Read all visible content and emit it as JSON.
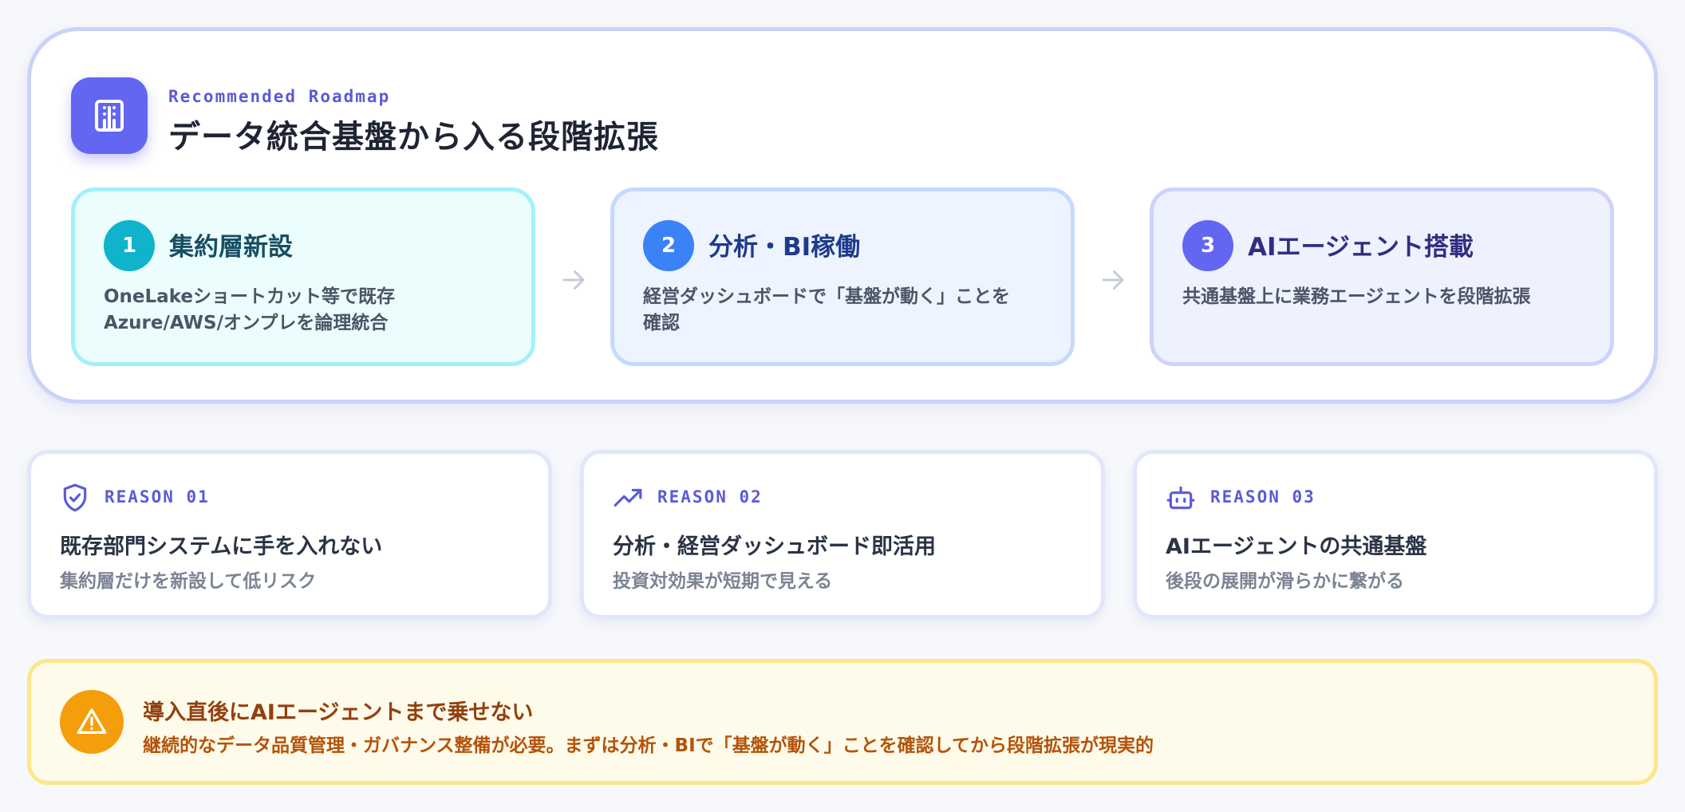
{
  "roadmap": {
    "eyebrow": "Recommended Roadmap",
    "title": "データ統合基盤から入る段階拡張",
    "icon": "building-icon",
    "steps": [
      {
        "num": "1",
        "title": "集約層新設",
        "desc_lines": [
          "OneLakeショートカット等で既存",
          "Azure/AWS/オンプレを論理統合"
        ],
        "color": "#0fb3cc"
      },
      {
        "num": "2",
        "title": "分析・BI稼働",
        "desc_lines": [
          "経営ダッシュボードで「基盤が動く」ことを",
          "確認"
        ],
        "color": "#3b82f6"
      },
      {
        "num": "3",
        "title": "AIエージェント搭載",
        "desc_lines": [
          "共通基盤上に業務エージェントを段階拡張"
        ],
        "color": "#6366f1"
      }
    ]
  },
  "reasons": [
    {
      "label": "REASON 01",
      "title": "既存部門システムに手を入れない",
      "sub": "集約層だけを新設して低リスク",
      "icon": "shield-check-icon"
    },
    {
      "label": "REASON 02",
      "title": "分析・経営ダッシュボード即活用",
      "sub": "投資対効果が短期で見える",
      "icon": "trending-up-icon"
    },
    {
      "label": "REASON 03",
      "title": "AIエージェントの共通基盤",
      "sub": "後段の展開が滑らかに繋がる",
      "icon": "robot-icon"
    }
  ],
  "warning": {
    "title": "導入直後にAIエージェントまで乗せない",
    "desc": "継続的なデータ品質管理・ガバナンス整備が必要。まずは分析・BIで「基盤が動く」ことを確認してから段階拡張が現実的",
    "icon": "warning-triangle-icon"
  }
}
